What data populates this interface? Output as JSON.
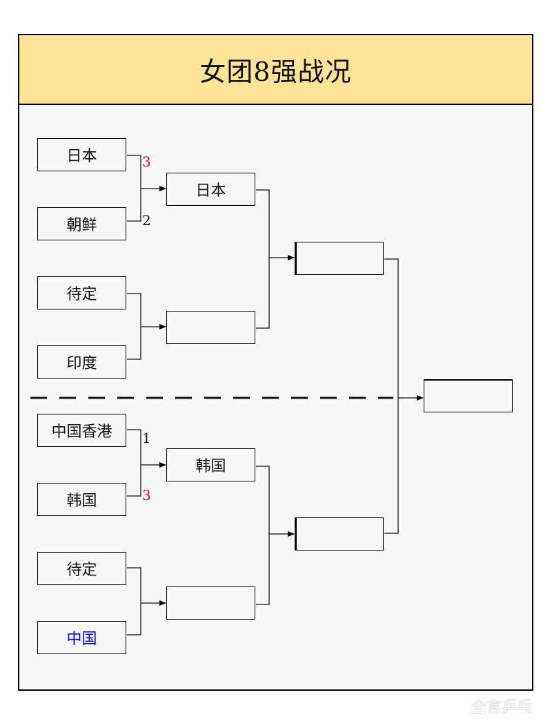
{
  "title": "女团8强战况",
  "colors": {
    "header_bg": "#fde396",
    "win_score": "#ff0000",
    "lose_score": "#111111",
    "highlight_team": "#0000ff"
  },
  "round1": [
    {
      "team": "日本",
      "score": "3",
      "winner": true
    },
    {
      "team": "朝鲜",
      "score": "2",
      "winner": false
    },
    {
      "team": "待定",
      "score": "",
      "winner": false
    },
    {
      "team": "印度",
      "score": "",
      "winner": false
    },
    {
      "team": "中国香港",
      "score": "1",
      "winner": false
    },
    {
      "team": "韩国",
      "score": "3",
      "winner": true
    },
    {
      "team": "待定",
      "score": "",
      "winner": false
    },
    {
      "team": "中国",
      "score": "",
      "winner": false,
      "highlight": true
    }
  ],
  "semifinal_slots": [
    "日本",
    "",
    "韩国",
    ""
  ],
  "final_slots": [
    "",
    ""
  ],
  "champion_slot": "",
  "watermark": "全言乒乓"
}
